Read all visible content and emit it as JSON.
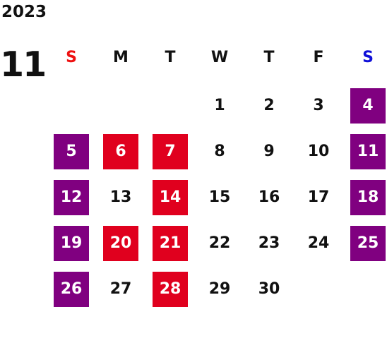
{
  "calendar": {
    "year": "2023",
    "month": "11",
    "colors": {
      "sunday_label": "#ee1111",
      "saturday_label": "#1010d8",
      "weekend_highlight": "#800080",
      "holiday_highlight": "#e0001e"
    },
    "weekdays": [
      {
        "label": "S",
        "kind": "sunday"
      },
      {
        "label": "M",
        "kind": "weekday"
      },
      {
        "label": "T",
        "kind": "weekday"
      },
      {
        "label": "W",
        "kind": "weekday"
      },
      {
        "label": "T",
        "kind": "weekday"
      },
      {
        "label": "F",
        "kind": "weekday"
      },
      {
        "label": "S",
        "kind": "saturday"
      }
    ],
    "first_weekday_index": 3,
    "days": [
      {
        "label": "1",
        "highlight": "none"
      },
      {
        "label": "2",
        "highlight": "none"
      },
      {
        "label": "3",
        "highlight": "none"
      },
      {
        "label": "4",
        "highlight": "weekend"
      },
      {
        "label": "5",
        "highlight": "weekend"
      },
      {
        "label": "6",
        "highlight": "holiday"
      },
      {
        "label": "7",
        "highlight": "holiday"
      },
      {
        "label": "8",
        "highlight": "none"
      },
      {
        "label": "9",
        "highlight": "none"
      },
      {
        "label": "10",
        "highlight": "none"
      },
      {
        "label": "11",
        "highlight": "weekend"
      },
      {
        "label": "12",
        "highlight": "weekend"
      },
      {
        "label": "13",
        "highlight": "none"
      },
      {
        "label": "14",
        "highlight": "holiday"
      },
      {
        "label": "15",
        "highlight": "none"
      },
      {
        "label": "16",
        "highlight": "none"
      },
      {
        "label": "17",
        "highlight": "none"
      },
      {
        "label": "18",
        "highlight": "weekend"
      },
      {
        "label": "19",
        "highlight": "weekend"
      },
      {
        "label": "20",
        "highlight": "holiday"
      },
      {
        "label": "21",
        "highlight": "holiday"
      },
      {
        "label": "22",
        "highlight": "none"
      },
      {
        "label": "23",
        "highlight": "none"
      },
      {
        "label": "24",
        "highlight": "none"
      },
      {
        "label": "25",
        "highlight": "weekend"
      },
      {
        "label": "26",
        "highlight": "weekend"
      },
      {
        "label": "27",
        "highlight": "none"
      },
      {
        "label": "28",
        "highlight": "holiday"
      },
      {
        "label": "29",
        "highlight": "none"
      },
      {
        "label": "30",
        "highlight": "none"
      }
    ]
  }
}
